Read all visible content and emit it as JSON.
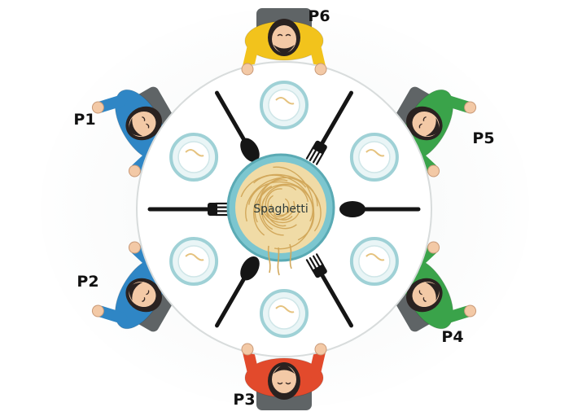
{
  "center_dish": {
    "label": "Spaghetti"
  },
  "philosophers": [
    {
      "label": "P6",
      "shirt_color": "#f2c31c"
    },
    {
      "label": "P5",
      "shirt_color": "#3aa34a"
    },
    {
      "label": "P4",
      "shirt_color": "#3aa34a"
    },
    {
      "label": "P3",
      "shirt_color": "#e24a2c"
    },
    {
      "label": "P2",
      "shirt_color": "#2f86c5"
    },
    {
      "label": "P1",
      "shirt_color": "#2f86c5"
    }
  ],
  "utensils": [
    "fork",
    "spoon",
    "fork",
    "spoon",
    "fork",
    "spoon"
  ],
  "colors": {
    "table": "#ffffff",
    "table_edge": "#d8dcdc",
    "plate_rim": "#9fd1d6",
    "dish_bowl": "#7cc6cf",
    "noodles": "#e7c98a",
    "utensil": "#151515",
    "chair": "#5f6466",
    "skin": "#f3c9a6",
    "hair": "#2a2220"
  }
}
